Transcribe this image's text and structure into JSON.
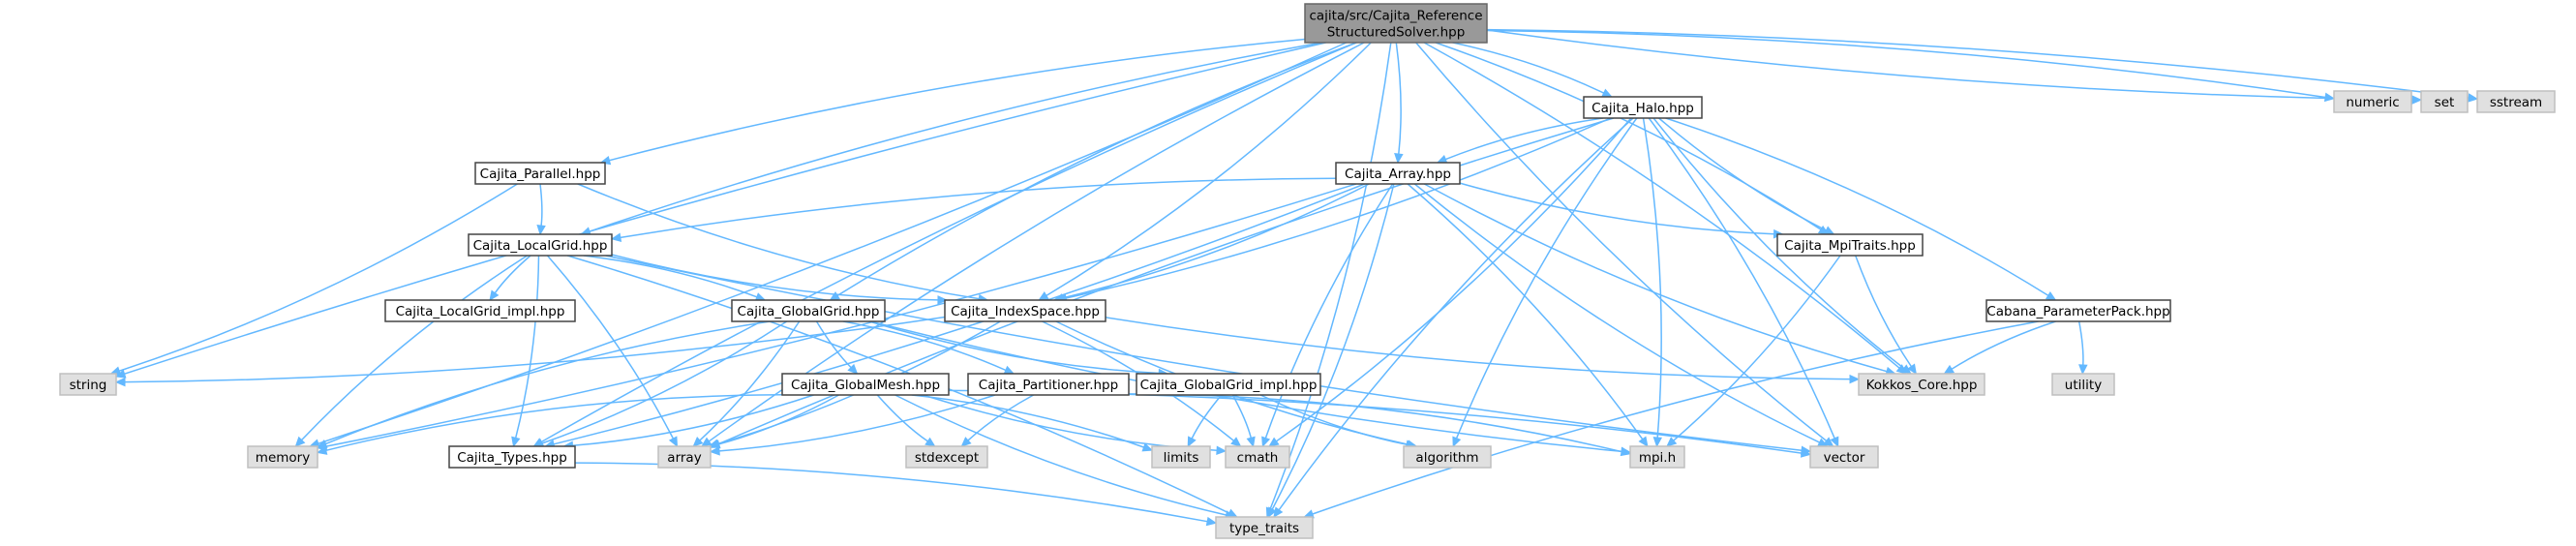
{
  "graph": {
    "nodes": [
      {
        "id": "root",
        "lines": [
          "cajita/src/Cajita_Reference",
          "StructuredSolver.hpp"
        ],
        "kind": "root"
      },
      {
        "id": "halo",
        "lines": [
          "Cajita_Halo.hpp"
        ],
        "kind": "local"
      },
      {
        "id": "parallel",
        "lines": [
          "Cajita_Parallel.hpp"
        ],
        "kind": "local"
      },
      {
        "id": "array_hpp",
        "lines": [
          "Cajita_Array.hpp"
        ],
        "kind": "local"
      },
      {
        "id": "localgrid",
        "lines": [
          "Cajita_LocalGrid.hpp"
        ],
        "kind": "local"
      },
      {
        "id": "mpitraits",
        "lines": [
          "Cajita_MpiTraits.hpp"
        ],
        "kind": "local"
      },
      {
        "id": "localgrid_impl",
        "lines": [
          "Cajita_LocalGrid_impl.hpp"
        ],
        "kind": "local"
      },
      {
        "id": "globalgrid",
        "lines": [
          "Cajita_GlobalGrid.hpp"
        ],
        "kind": "local"
      },
      {
        "id": "indexspace",
        "lines": [
          "Cajita_IndexSpace.hpp"
        ],
        "kind": "local"
      },
      {
        "id": "parampack",
        "lines": [
          "Cabana_ParameterPack.hpp"
        ],
        "kind": "local"
      },
      {
        "id": "globalmesh",
        "lines": [
          "Cajita_GlobalMesh.hpp"
        ],
        "kind": "local"
      },
      {
        "id": "partitioner",
        "lines": [
          "Cajita_Partitioner.hpp"
        ],
        "kind": "local"
      },
      {
        "id": "globalgrid_impl",
        "lines": [
          "Cajita_GlobalGrid_impl.hpp"
        ],
        "kind": "local"
      },
      {
        "id": "types",
        "lines": [
          "Cajita_Types.hpp"
        ],
        "kind": "local"
      },
      {
        "id": "numeric",
        "lines": [
          "numeric"
        ],
        "kind": "system"
      },
      {
        "id": "set",
        "lines": [
          "set"
        ],
        "kind": "system"
      },
      {
        "id": "sstream",
        "lines": [
          "sstream"
        ],
        "kind": "system"
      },
      {
        "id": "string",
        "lines": [
          "string"
        ],
        "kind": "system"
      },
      {
        "id": "kokkos",
        "lines": [
          "Kokkos_Core.hpp"
        ],
        "kind": "system"
      },
      {
        "id": "utility",
        "lines": [
          "utility"
        ],
        "kind": "system"
      },
      {
        "id": "memory",
        "lines": [
          "memory"
        ],
        "kind": "system"
      },
      {
        "id": "array",
        "lines": [
          "array"
        ],
        "kind": "system"
      },
      {
        "id": "stdexcept",
        "lines": [
          "stdexcept"
        ],
        "kind": "system"
      },
      {
        "id": "limits",
        "lines": [
          "limits"
        ],
        "kind": "system"
      },
      {
        "id": "cmath",
        "lines": [
          "cmath"
        ],
        "kind": "system"
      },
      {
        "id": "algorithm",
        "lines": [
          "algorithm"
        ],
        "kind": "system"
      },
      {
        "id": "mpi",
        "lines": [
          "mpi.h"
        ],
        "kind": "system"
      },
      {
        "id": "vector",
        "lines": [
          "vector"
        ],
        "kind": "system"
      },
      {
        "id": "type_traits",
        "lines": [
          "type_traits"
        ],
        "kind": "system"
      }
    ],
    "edges": [
      [
        "root",
        "halo"
      ],
      [
        "root",
        "parallel"
      ],
      [
        "root",
        "array_hpp"
      ],
      [
        "root",
        "localgrid"
      ],
      [
        "root",
        "mpitraits"
      ],
      [
        "root",
        "globalgrid"
      ],
      [
        "root",
        "indexspace"
      ],
      [
        "root",
        "types"
      ],
      [
        "root",
        "numeric"
      ],
      [
        "root",
        "set"
      ],
      [
        "root",
        "sstream"
      ],
      [
        "root",
        "string"
      ],
      [
        "root",
        "memory"
      ],
      [
        "root",
        "array"
      ],
      [
        "root",
        "kokkos"
      ],
      [
        "root",
        "vector"
      ],
      [
        "root",
        "type_traits"
      ],
      [
        "halo",
        "array_hpp"
      ],
      [
        "halo",
        "indexspace"
      ],
      [
        "halo",
        "mpitraits"
      ],
      [
        "halo",
        "parampack"
      ],
      [
        "halo",
        "kokkos"
      ],
      [
        "halo",
        "mpi"
      ],
      [
        "halo",
        "algorithm"
      ],
      [
        "halo",
        "cmath"
      ],
      [
        "halo",
        "type_traits"
      ],
      [
        "halo",
        "vector"
      ],
      [
        "halo",
        "array"
      ],
      [
        "parallel",
        "localgrid"
      ],
      [
        "parallel",
        "indexspace"
      ],
      [
        "parallel",
        "string"
      ],
      [
        "array_hpp",
        "localgrid"
      ],
      [
        "array_hpp",
        "indexspace"
      ],
      [
        "array_hpp",
        "mpitraits"
      ],
      [
        "array_hpp",
        "types"
      ],
      [
        "array_hpp",
        "kokkos"
      ],
      [
        "array_hpp",
        "mpi"
      ],
      [
        "array_hpp",
        "cmath"
      ],
      [
        "array_hpp",
        "type_traits"
      ],
      [
        "array_hpp",
        "vector"
      ],
      [
        "array_hpp",
        "memory"
      ],
      [
        "localgrid",
        "localgrid_impl"
      ],
      [
        "localgrid",
        "globalgrid"
      ],
      [
        "localgrid",
        "indexspace"
      ],
      [
        "localgrid",
        "types"
      ],
      [
        "localgrid",
        "memory"
      ],
      [
        "localgrid",
        "array"
      ],
      [
        "localgrid",
        "vector"
      ],
      [
        "localgrid",
        "type_traits"
      ],
      [
        "mpitraits",
        "kokkos"
      ],
      [
        "mpitraits",
        "mpi"
      ],
      [
        "globalgrid",
        "globalmesh"
      ],
      [
        "globalgrid",
        "partitioner"
      ],
      [
        "globalgrid",
        "globalgrid_impl"
      ],
      [
        "globalgrid",
        "types"
      ],
      [
        "globalgrid",
        "memory"
      ],
      [
        "globalgrid",
        "array"
      ],
      [
        "globalgrid",
        "mpi"
      ],
      [
        "indexspace",
        "string"
      ],
      [
        "indexspace",
        "kokkos"
      ],
      [
        "indexspace",
        "array"
      ],
      [
        "indexspace",
        "algorithm"
      ],
      [
        "indexspace",
        "cmath"
      ],
      [
        "parampack",
        "kokkos"
      ],
      [
        "parampack",
        "utility"
      ],
      [
        "parampack",
        "type_traits"
      ],
      [
        "globalmesh",
        "types"
      ],
      [
        "globalmesh",
        "memory"
      ],
      [
        "globalmesh",
        "array"
      ],
      [
        "globalmesh",
        "stdexcept"
      ],
      [
        "globalmesh",
        "limits"
      ],
      [
        "globalmesh",
        "cmath"
      ],
      [
        "globalmesh",
        "vector"
      ],
      [
        "globalmesh",
        "type_traits"
      ],
      [
        "partitioner",
        "array"
      ],
      [
        "partitioner",
        "stdexcept"
      ],
      [
        "partitioner",
        "mpi"
      ],
      [
        "globalgrid_impl",
        "limits"
      ],
      [
        "globalgrid_impl",
        "cmath"
      ],
      [
        "globalgrid_impl",
        "algorithm"
      ],
      [
        "types",
        "type_traits"
      ]
    ]
  }
}
